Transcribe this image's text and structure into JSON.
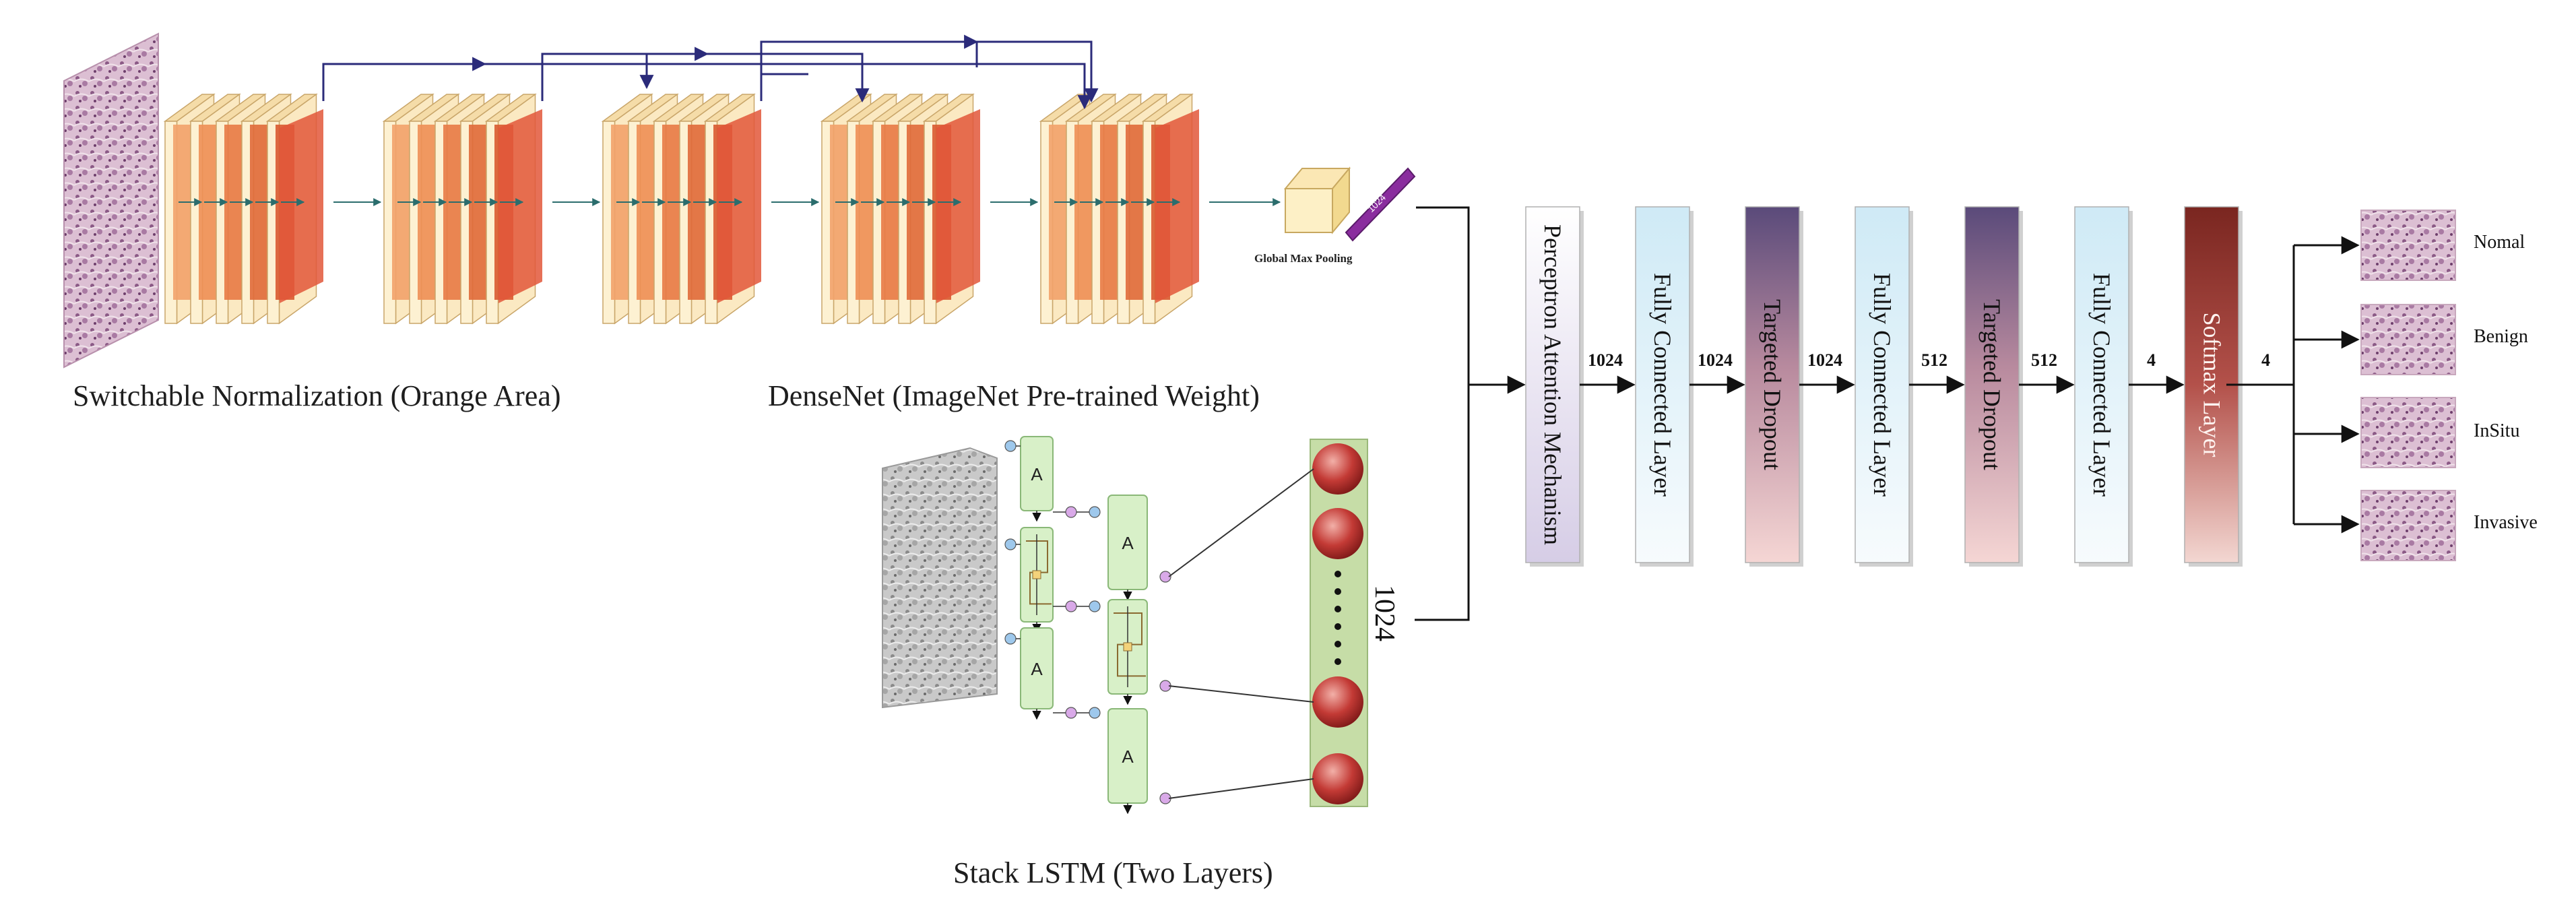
{
  "captions": {
    "switchable": "Switchable Normalization (Orange Area)",
    "densenet": "DenseNet (ImageNet Pre-trained Weight)",
    "lstm": "Stack LSTM (Two Layers)",
    "pooling": "Global Max Pooling",
    "pool_dim": "1024",
    "lstm_dim": "1024",
    "cell_label": "A"
  },
  "pipeline": {
    "layers": [
      {
        "label": "Perceptron Attention Mechanism",
        "kind": "attention"
      },
      {
        "label": "Fully Connected Layer",
        "kind": "fc"
      },
      {
        "label": "Targeted Dropout",
        "kind": "dropout"
      },
      {
        "label": "Fully Connected Layer",
        "kind": "fc"
      },
      {
        "label": "Targeted Dropout",
        "kind": "dropout"
      },
      {
        "label": "Fully Connected Layer",
        "kind": "fc"
      },
      {
        "label": "Softmax Layer",
        "kind": "softmax"
      }
    ],
    "connections": [
      "1024",
      "1024",
      "1024",
      "512",
      "512",
      "4",
      "4"
    ]
  },
  "outputs": [
    "Nomal",
    "Benign",
    "InSitu",
    "Invasive"
  ]
}
